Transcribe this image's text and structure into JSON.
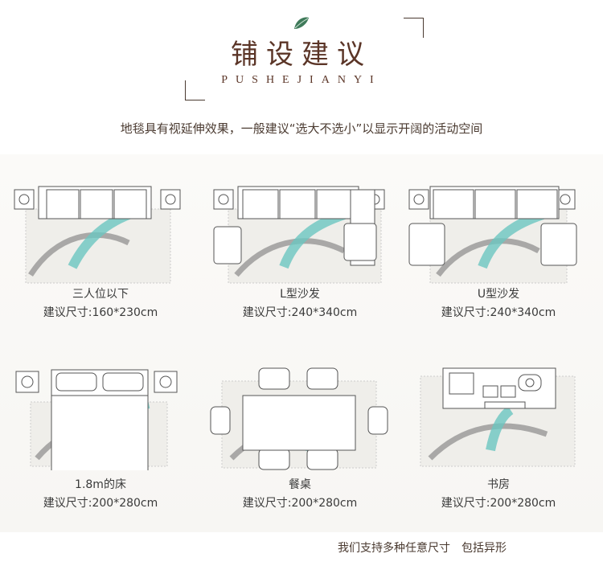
{
  "header": {
    "title": "铺设建议",
    "pinyin": "PUSHEJIANYI",
    "subtitle": "地毯具有视延伸效果，一般建议“选大不选小”以显示开阔的活动空间"
  },
  "layouts": [
    {
      "name": "三人位以下",
      "size": "建议尺寸:160*230cm"
    },
    {
      "name": "L型沙发",
      "size": "建议尺寸:240*340cm"
    },
    {
      "name": "U型沙发",
      "size": "建议尺寸:240*340cm"
    },
    {
      "name": "1.8m的床",
      "size": "建议尺寸:200*280cm"
    },
    {
      "name": "餐桌",
      "size": "建议尺寸:200*280cm"
    },
    {
      "name": "书房",
      "size": "建议尺寸:200*280cm"
    }
  ],
  "footer": "我们支持多种任意尺寸　包括异形",
  "colors": {
    "title": "#5b3527",
    "accent_leaf": "#3f7a5a",
    "feather_teal": "#6cc5c0"
  }
}
